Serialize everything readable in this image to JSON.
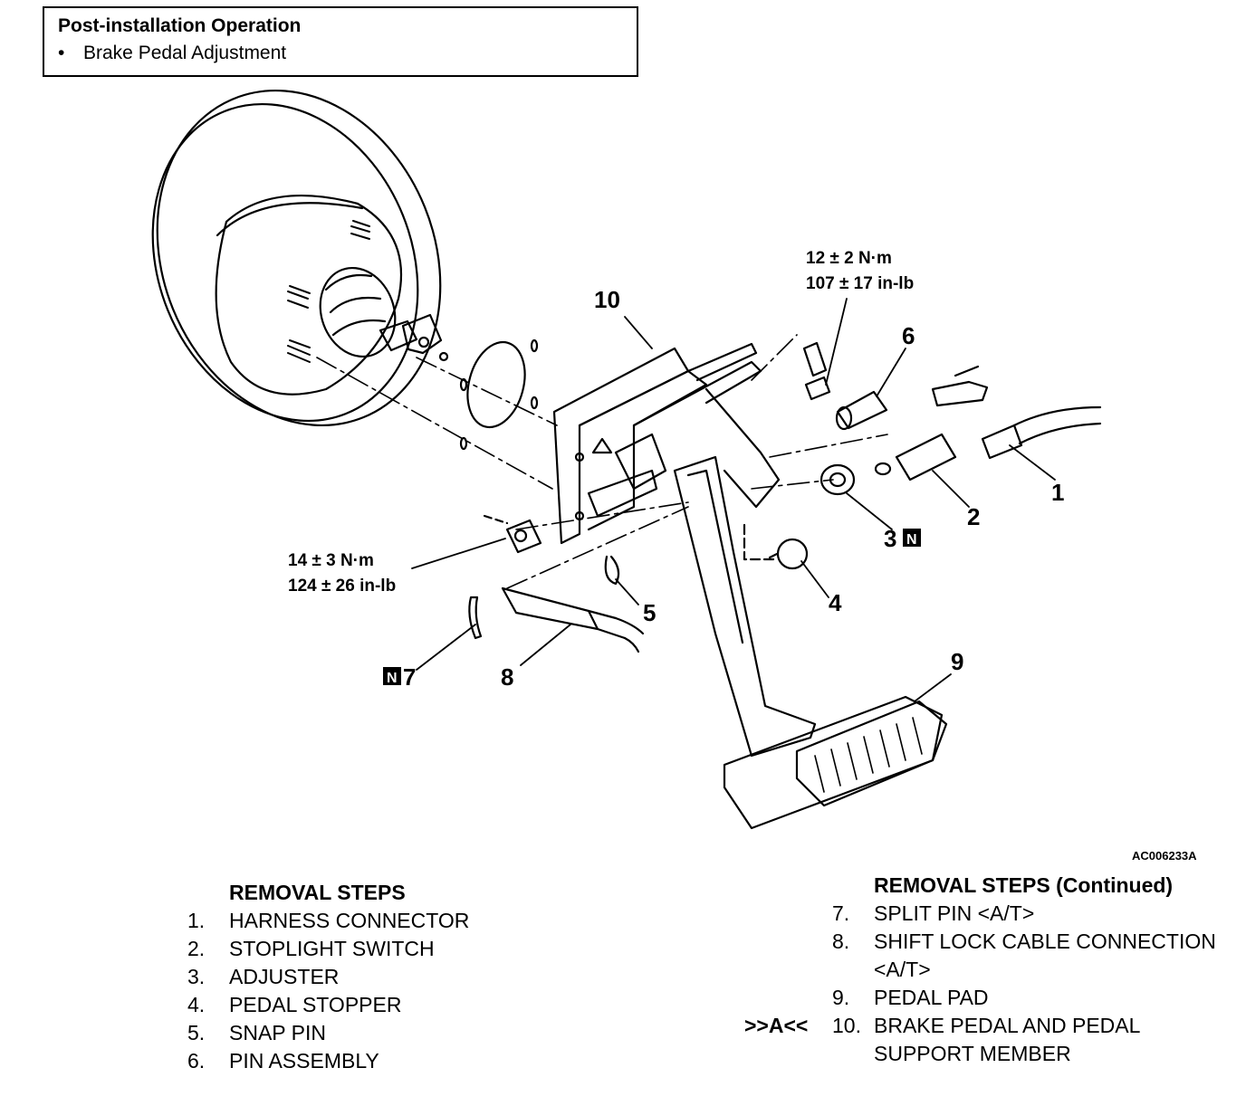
{
  "post_installation": {
    "title": "Post-installation Operation",
    "items": [
      "Brake Pedal Adjustment"
    ]
  },
  "diagram": {
    "figure_id": "AC006233A",
    "torque_upper": [
      "12 ± 2 N·m",
      "107 ± 17 in-lb"
    ],
    "torque_lower": [
      "14 ± 3 N·m",
      "124 ± 26 in-lb"
    ],
    "callouts": {
      "c1": "1",
      "c2": "2",
      "c3": "3",
      "c4": "4",
      "c5": "5",
      "c6": "6",
      "c7": "7",
      "c8": "8",
      "c9": "9",
      "c10": "10",
      "n_mark": "N"
    }
  },
  "removal_steps": {
    "heading": "REMOVAL STEPS",
    "items": [
      {
        "num": "1.",
        "text": "HARNESS CONNECTOR"
      },
      {
        "num": "2.",
        "text": "STOPLIGHT SWITCH"
      },
      {
        "num": "3.",
        "text": "ADJUSTER"
      },
      {
        "num": "4.",
        "text": "PEDAL STOPPER"
      },
      {
        "num": "5.",
        "text": "SNAP PIN"
      },
      {
        "num": "6.",
        "text": "PIN ASSEMBLY"
      }
    ]
  },
  "removal_steps_continued": {
    "heading": "REMOVAL STEPS (Continued)",
    "items": [
      {
        "num": "7.",
        "text": "SPLIT PIN <A/T>"
      },
      {
        "num": "8.",
        "text": "SHIFT LOCK CABLE CONNECTION",
        "cont": "<A/T>"
      },
      {
        "num": "9.",
        "text": "PEDAL PAD"
      },
      {
        "num": "10.",
        "text": "BRAKE PEDAL AND PEDAL",
        "cont": "SUPPORT MEMBER",
        "mark": ">>A<<"
      }
    ]
  }
}
